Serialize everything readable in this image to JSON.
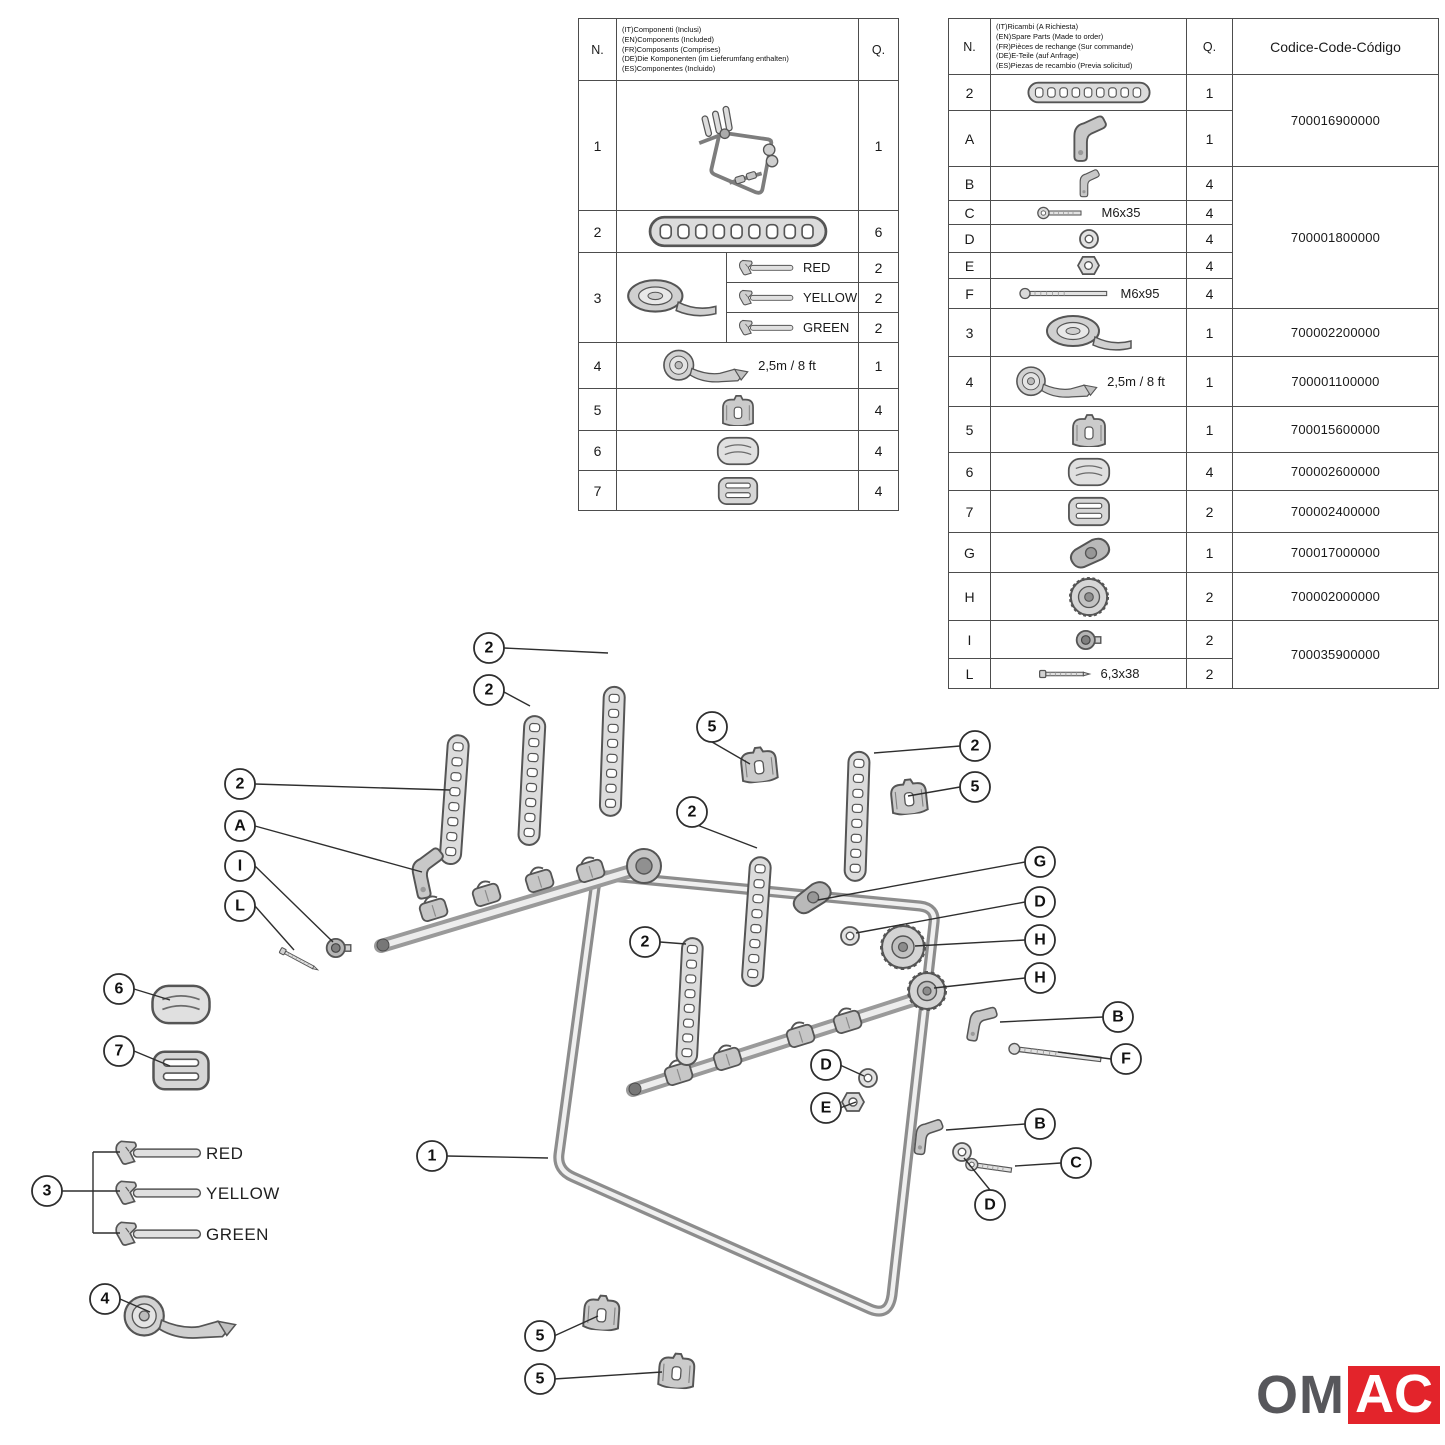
{
  "brand": {
    "left": "OM",
    "right": "AC",
    "red": "#e3242b",
    "dark": "#57575b"
  },
  "left_table": {
    "header": {
      "n": "N.",
      "q": "Q.",
      "languages": [
        "(IT)Componenti (Inclusi)",
        "(EN)Components (Included)",
        "(FR)Composants (Comprises)",
        "(DE)Die Komponenten (im Lieferumfang enthalten)",
        "(ES)Componentes (Incluido)"
      ]
    },
    "rows": [
      {
        "n": "1",
        "q": "1",
        "part": "bike-rack"
      },
      {
        "n": "2",
        "q": "6",
        "part": "rubber-strap"
      },
      {
        "n": "3",
        "part": "strap-coil",
        "variants": [
          {
            "label": "RED",
            "q": "2"
          },
          {
            "label": "YELLOW",
            "q": "2"
          },
          {
            "label": "GREEN",
            "q": "2"
          }
        ]
      },
      {
        "n": "4",
        "q": "1",
        "part": "ratchet-strap",
        "note": "2,5m / 8 ft"
      },
      {
        "n": "5",
        "q": "4",
        "part": "frame-clip"
      },
      {
        "n": "6",
        "q": "4",
        "part": "protection-pad"
      },
      {
        "n": "7",
        "q": "4",
        "part": "strap-buckle"
      }
    ]
  },
  "right_table": {
    "header": {
      "n": "N.",
      "q": "Q.",
      "code": "Codice-Code-Código",
      "languages": [
        "(IT)Ricambi (A Richiesta)",
        "(EN)Spare Parts (Made to order)",
        "(FR)Pièces de rechange (Sur commande)",
        "(DE)E-Teile (auf Anfrage)",
        "(ES)Piezas de recambio (Previa solicitud)"
      ]
    },
    "rows": [
      {
        "n": "2",
        "q": "1",
        "code": "700016900000",
        "part": "rubber-strap"
      },
      {
        "n": "A",
        "q": "1",
        "part": "clamp-hook"
      },
      {
        "n": "B",
        "q": "4",
        "code": "700001800000",
        "part": "clamp-hook-small"
      },
      {
        "n": "C",
        "q": "4",
        "note": "M6x35",
        "part": "bolt"
      },
      {
        "n": "D",
        "q": "4",
        "part": "washer"
      },
      {
        "n": "E",
        "q": "4",
        "part": "nut"
      },
      {
        "n": "F",
        "q": "4",
        "note": "M6x95",
        "part": "long-bolt"
      },
      {
        "n": "3",
        "q": "1",
        "code": "700002200000",
        "part": "strap-coil"
      },
      {
        "n": "4",
        "q": "1",
        "code": "700001100000",
        "note": "2,5m / 8 ft",
        "part": "ratchet-strap"
      },
      {
        "n": "5",
        "q": "1",
        "code": "700015600000",
        "part": "frame-clip"
      },
      {
        "n": "6",
        "q": "4",
        "code": "700002600000",
        "part": "protection-pad"
      },
      {
        "n": "7",
        "q": "2",
        "code": "700002400000",
        "part": "strap-buckle"
      },
      {
        "n": "G",
        "q": "1",
        "code": "700017000000",
        "part": "knob"
      },
      {
        "n": "H",
        "q": "2",
        "code": "700002000000",
        "part": "wheel"
      },
      {
        "n": "I",
        "q": "2",
        "code": "700035900000",
        "part": "socket-bolt"
      },
      {
        "n": "L",
        "q": "2",
        "note": "6,3x38",
        "part": "screw"
      }
    ]
  },
  "diagram": {
    "callouts": [
      {
        "label": "2"
      },
      {
        "label": "2"
      },
      {
        "label": "2"
      },
      {
        "label": "A"
      },
      {
        "label": "I"
      },
      {
        "label": "L"
      },
      {
        "label": "6"
      },
      {
        "label": "7"
      },
      {
        "label": "3"
      },
      {
        "label": "4"
      },
      {
        "label": "5"
      },
      {
        "label": "2"
      },
      {
        "label": "5"
      },
      {
        "label": "2"
      },
      {
        "label": "2"
      },
      {
        "label": "G"
      },
      {
        "label": "D"
      },
      {
        "label": "H"
      },
      {
        "label": "H"
      },
      {
        "label": "B"
      },
      {
        "label": "F"
      },
      {
        "label": "B"
      },
      {
        "label": "C"
      },
      {
        "label": "D"
      },
      {
        "label": "E"
      },
      {
        "label": "D"
      },
      {
        "label": "1"
      },
      {
        "label": "5"
      },
      {
        "label": "5"
      }
    ],
    "color_labels": [
      "RED",
      "YELLOW",
      "GREEN"
    ]
  }
}
